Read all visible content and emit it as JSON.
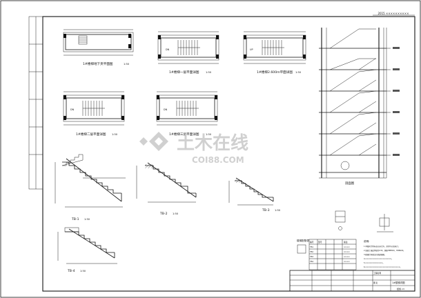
{
  "sheet": {
    "header_stamp": "2015 ××××××××××",
    "watermark": {
      "text": "土木在线",
      "url": "COI88.COM"
    }
  },
  "plans": [
    {
      "caption": "1#楼梯地下夹平面图",
      "scale": "1:50"
    },
    {
      "caption": "1#楼梯一层平面详图",
      "scale": "1:50"
    },
    {
      "caption": "1#楼梯2.600m平面详图",
      "scale": "1:50"
    },
    {
      "caption": "1#楼梯二层平面详图",
      "scale": "1:50"
    },
    {
      "caption": "1#楼梯三层平面详图",
      "scale": "1:50"
    }
  ],
  "plan_labels": {
    "down": "DN",
    "up": "UP"
  },
  "sections": [
    {
      "caption": "TB-1",
      "scale": "1:50"
    },
    {
      "caption": "TB-2",
      "scale": "1:50"
    },
    {
      "caption": "TB-3",
      "scale": "1:50"
    },
    {
      "caption": "TB-4",
      "scale": "1:50"
    }
  ],
  "elevation": {
    "caption": "剖面图"
  },
  "rebar_table": {
    "title": "楼梯配筋表",
    "headers": [
      "编号",
      "型号",
      "",
      "",
      "备注"
    ],
    "rows": [
      [
        "TB1",
        "",
        "",
        "",
        "××××"
      ],
      [
        "TB2",
        "",
        "",
        "",
        "××××"
      ],
      [
        "TB3",
        "",
        "",
        "",
        "××××"
      ],
      [
        "TB4",
        "",
        "",
        "",
        "××××"
      ]
    ]
  },
  "notes": {
    "title": "说明:",
    "items": [
      "1.本图尺寸除标高以米计外，其余均以毫米计。",
      "2.混凝土强度等级为C30，钢筋HPB300、HRB400。",
      "3.楼梯栏杆做法详见建施图。",
      "4.××××××××××××××××××。",
      "5.××××××××××××。",
      "6.××××××××××××××××××××××××。"
    ]
  },
  "title_block": {
    "project_label": "工程名称",
    "drawing_label": "图 名",
    "drawing_title": "1#楼梯详图",
    "sheet_no": "结施-13"
  }
}
